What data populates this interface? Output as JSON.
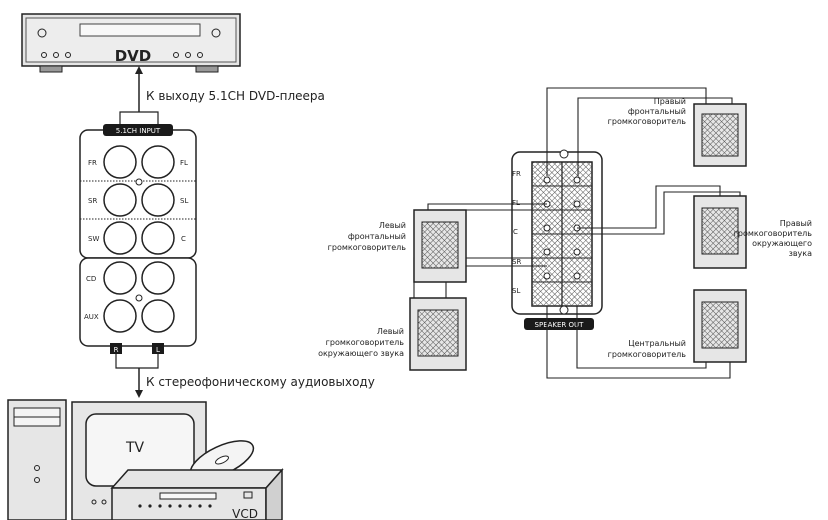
{
  "devices": {
    "dvd_label": "DVD",
    "tv_label": "TV",
    "vcd_label": "VCD"
  },
  "connections": {
    "dvd_output": "К выходу 5.1CH DVD-плеера",
    "stereo_output": "К стереофоническому аудиовыходу"
  },
  "input_panel": {
    "title": "5.1CH INPUT",
    "rows": [
      {
        "left": "FR",
        "right": "FL"
      },
      {
        "left": "SR",
        "right": "SL"
      },
      {
        "left": "SW",
        "right": "C"
      }
    ],
    "aux_rows": [
      {
        "left": "CD"
      },
      {
        "left": "AUX"
      }
    ],
    "r_label": "R",
    "l_label": "L"
  },
  "speaker_panel": {
    "title": "SPEAKER OUT",
    "terminals": [
      "FR",
      "FL",
      "C",
      "SR",
      "SL"
    ]
  },
  "speakers": {
    "front_right": [
      "Правый",
      "фронтальный",
      "громкоговоритель"
    ],
    "front_left": [
      "Левый",
      "фронтальный",
      "громкоговоритель"
    ],
    "surround_right": [
      "Правый",
      "громкоговоритель",
      "окружающего",
      "звука"
    ],
    "surround_left": [
      "Левый",
      "громкоговоритель",
      "окружающего звука"
    ],
    "center": [
      "Центральный",
      "громкоговоритель"
    ]
  },
  "colors": {
    "line": "#222222",
    "panel_dark": "#1a1a1a",
    "device_fill": "#e6e6e6",
    "hatch": "#555555"
  }
}
